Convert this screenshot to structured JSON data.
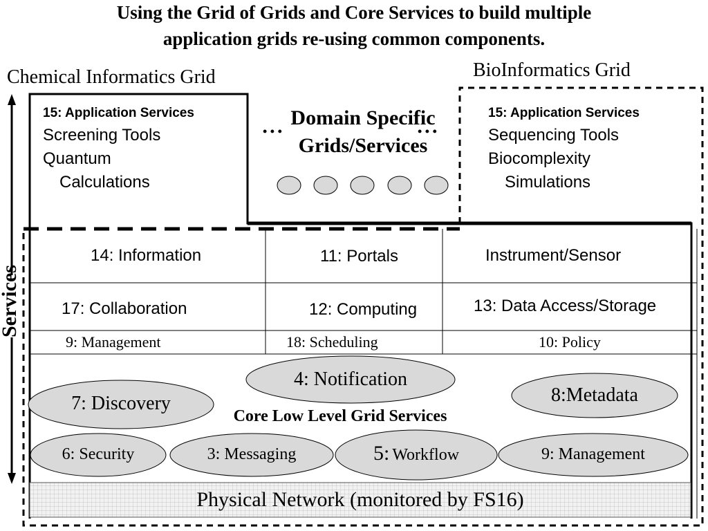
{
  "title_line1": "Using the Grid of Grids and Core Services to build multiple",
  "title_line2": "application grids re-using common components.",
  "chem_grid": {
    "label": "Chemical Informatics Grid",
    "heading": "15: Application Services",
    "item1": "Screening Tools",
    "item2": "Quantum",
    "item3": "Calculations"
  },
  "bio_grid": {
    "label": "BioInformatics Grid",
    "heading": "15: Application Services",
    "item1": "Sequencing Tools",
    "item2": "Biocomplexity",
    "item3": "Simulations"
  },
  "domain": {
    "line1": "Domain Specific",
    "line2": "Grids/Services",
    "dots": "• • •"
  },
  "side_label": "Services",
  "services_table": {
    "row1": [
      "14: Information",
      "11: Portals",
      "Instrument/Sensor"
    ],
    "row2": [
      "17: Collaboration",
      "12: Computing",
      "13: Data Access/Storage"
    ],
    "row3": [
      "9: Management",
      "18: Scheduling",
      "10: Policy"
    ]
  },
  "core": {
    "label": "Core Low Level Grid Services",
    "notification": "4: Notification",
    "discovery": "7: Discovery",
    "metadata": "8:Metadata",
    "security": "6: Security",
    "messaging": "3: Messaging",
    "workflow_num": "5:",
    "workflow_word": "Workflow",
    "management": "9: Management"
  },
  "network": "Physical Network (monitored by FS16)"
}
